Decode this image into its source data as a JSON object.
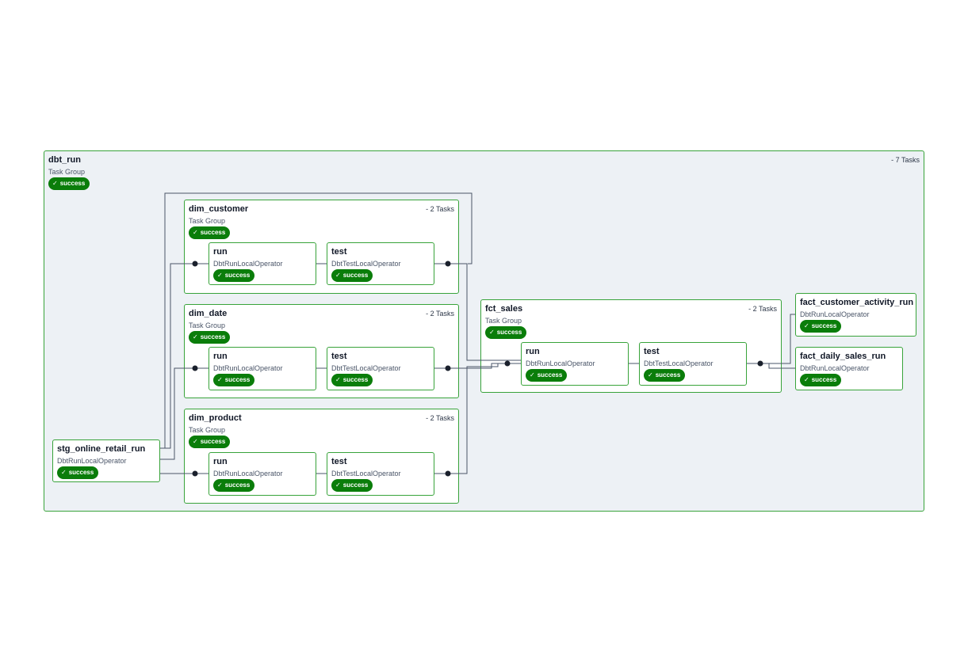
{
  "dbt_run": {
    "title": "dbt_run",
    "type": "Task Group",
    "count": "- 7 Tasks",
    "status": "success"
  },
  "dim_customer": {
    "title": "dim_customer",
    "type": "Task Group",
    "count": "- 2 Tasks",
    "status": "success",
    "run": {
      "title": "run",
      "operator": "DbtRunLocalOperator",
      "status": "success"
    },
    "test": {
      "title": "test",
      "operator": "DbtTestLocalOperator",
      "status": "success"
    }
  },
  "dim_date": {
    "title": "dim_date",
    "type": "Task Group",
    "count": "- 2 Tasks",
    "status": "success",
    "run": {
      "title": "run",
      "operator": "DbtRunLocalOperator",
      "status": "success"
    },
    "test": {
      "title": "test",
      "operator": "DbtTestLocalOperator",
      "status": "success"
    }
  },
  "dim_product": {
    "title": "dim_product",
    "type": "Task Group",
    "count": "- 2 Tasks",
    "status": "success",
    "run": {
      "title": "run",
      "operator": "DbtRunLocalOperator",
      "status": "success"
    },
    "test": {
      "title": "test",
      "operator": "DbtTestLocalOperator",
      "status": "success"
    }
  },
  "fct_sales": {
    "title": "fct_sales",
    "type": "Task Group",
    "count": "- 2 Tasks",
    "status": "success",
    "run": {
      "title": "run",
      "operator": "DbtRunLocalOperator",
      "status": "success"
    },
    "test": {
      "title": "test",
      "operator": "DbtTestLocalOperator",
      "status": "success"
    }
  },
  "stg_online_retail_run": {
    "title": "stg_online_retail_run",
    "operator": "DbtRunLocalOperator",
    "status": "success"
  },
  "fact_customer_activity_run": {
    "title": "fact_customer_activity_run",
    "operator": "DbtRunLocalOperator",
    "status": "success"
  },
  "fact_daily_sales_run": {
    "title": "fact_daily_sales_run",
    "operator": "DbtRunLocalOperator",
    "status": "success"
  },
  "icons": {
    "check": "check-icon"
  },
  "colors": {
    "success": "#0a7d0a",
    "border": "#38a33a",
    "group_bg": "#edf1f5",
    "edge": "#4a5568"
  }
}
